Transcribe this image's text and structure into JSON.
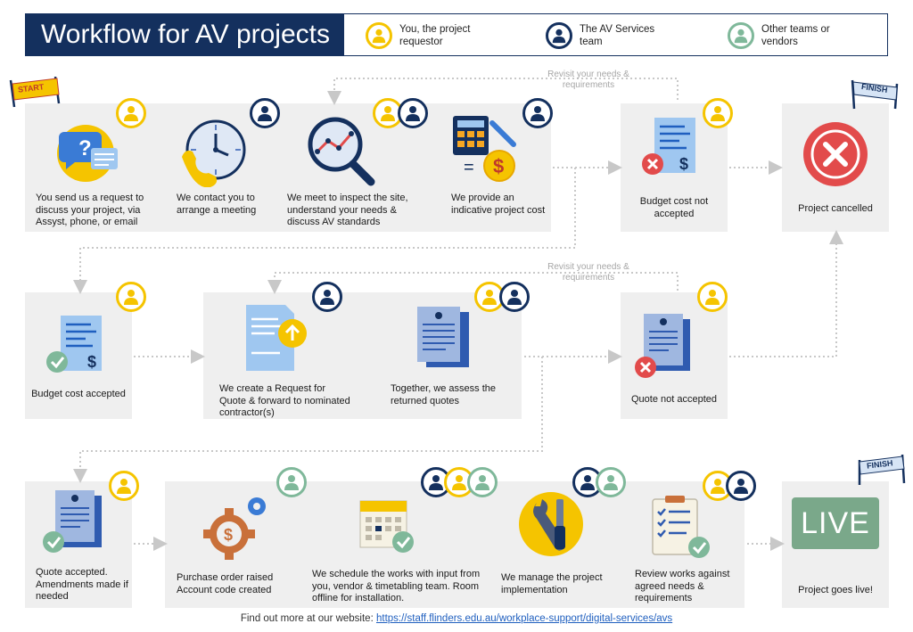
{
  "header": {
    "title": "Workflow for AV projects"
  },
  "legend": {
    "you": "You, the project requestor",
    "av": "The AV Services team",
    "other": "Other teams or vendors"
  },
  "flags": {
    "start": "START",
    "finish": "FINISH"
  },
  "revisit": {
    "label": "Revisit your needs & requirements"
  },
  "steps": {
    "s1": "You send us a request to discuss your project, via Assyst, phone, or email",
    "s2": "We contact you to arrange a meeting",
    "s3": "We meet to inspect the site, understand your needs & discuss AV standards",
    "s4": "We provide an indicative project cost",
    "s5": "Budget cost not accepted",
    "s6": "Project cancelled",
    "s7": "Budget cost accepted",
    "s8": "We create a Request for Quote & forward to nominated contractor(s)",
    "s9": "Together, we assess the returned quotes",
    "s10": "Quote not accepted",
    "s11": "Quote accepted. Amendments made if needed",
    "s12": "Purchase order raised Account code created",
    "s13": "We schedule the works with input from you, vendor & timetabling team. Room offline for installation.",
    "s14": "We manage the project implementation",
    "s15": "Review works against agreed needs & requirements",
    "s16": "Project goes live!"
  },
  "live_sign": "LIVE",
  "footer": {
    "prefix": "Find out more at our website:",
    "link": "https://staff.flinders.edu.au/workplace-support/digital-services/avs"
  },
  "colors": {
    "navy": "#14305e",
    "yellow": "#f5c400",
    "green": "#7fb89a",
    "panel": "#efefef"
  }
}
